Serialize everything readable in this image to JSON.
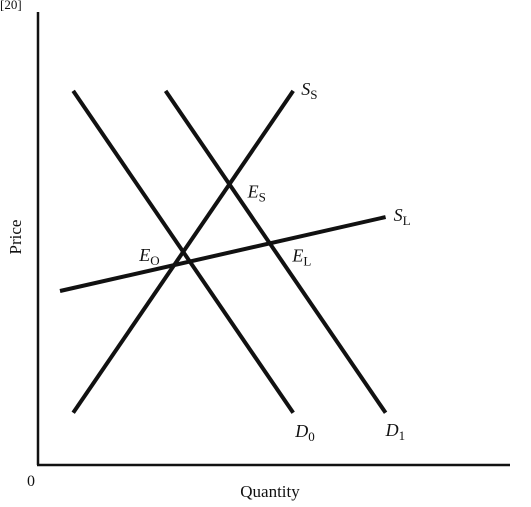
{
  "chart_data": {
    "type": "line",
    "title": "",
    "xlabel": "Quantity",
    "ylabel": "Price",
    "origin_label": "0",
    "top_left_label": "[20]",
    "axes": {
      "x_ticks": false,
      "y_ticks": false,
      "grid": false
    },
    "xlim": [
      0,
      10
    ],
    "ylim": [
      0,
      10
    ],
    "series": [
      {
        "name": "D",
        "sub": "0",
        "values": [
          [
            0.8,
            8.6
          ],
          [
            5.8,
            1.2
          ]
        ]
      },
      {
        "name": "D",
        "sub": "1",
        "values": [
          [
            2.9,
            8.6
          ],
          [
            7.9,
            1.2
          ]
        ]
      },
      {
        "name": "S",
        "sub": "S",
        "values": [
          [
            0.8,
            1.2
          ],
          [
            5.8,
            8.6
          ]
        ]
      },
      {
        "name": "S",
        "sub": "L",
        "values": [
          [
            0.5,
            4.0
          ],
          [
            7.9,
            5.7
          ]
        ]
      }
    ],
    "points": [
      {
        "name": "E",
        "sub": "O",
        "x": 3.3,
        "y": 4.6
      },
      {
        "name": "E",
        "sub": "S",
        "x": 4.4,
        "y": 6.2
      },
      {
        "name": "E",
        "sub": "L",
        "x": 5.1,
        "y": 5.0
      }
    ]
  }
}
